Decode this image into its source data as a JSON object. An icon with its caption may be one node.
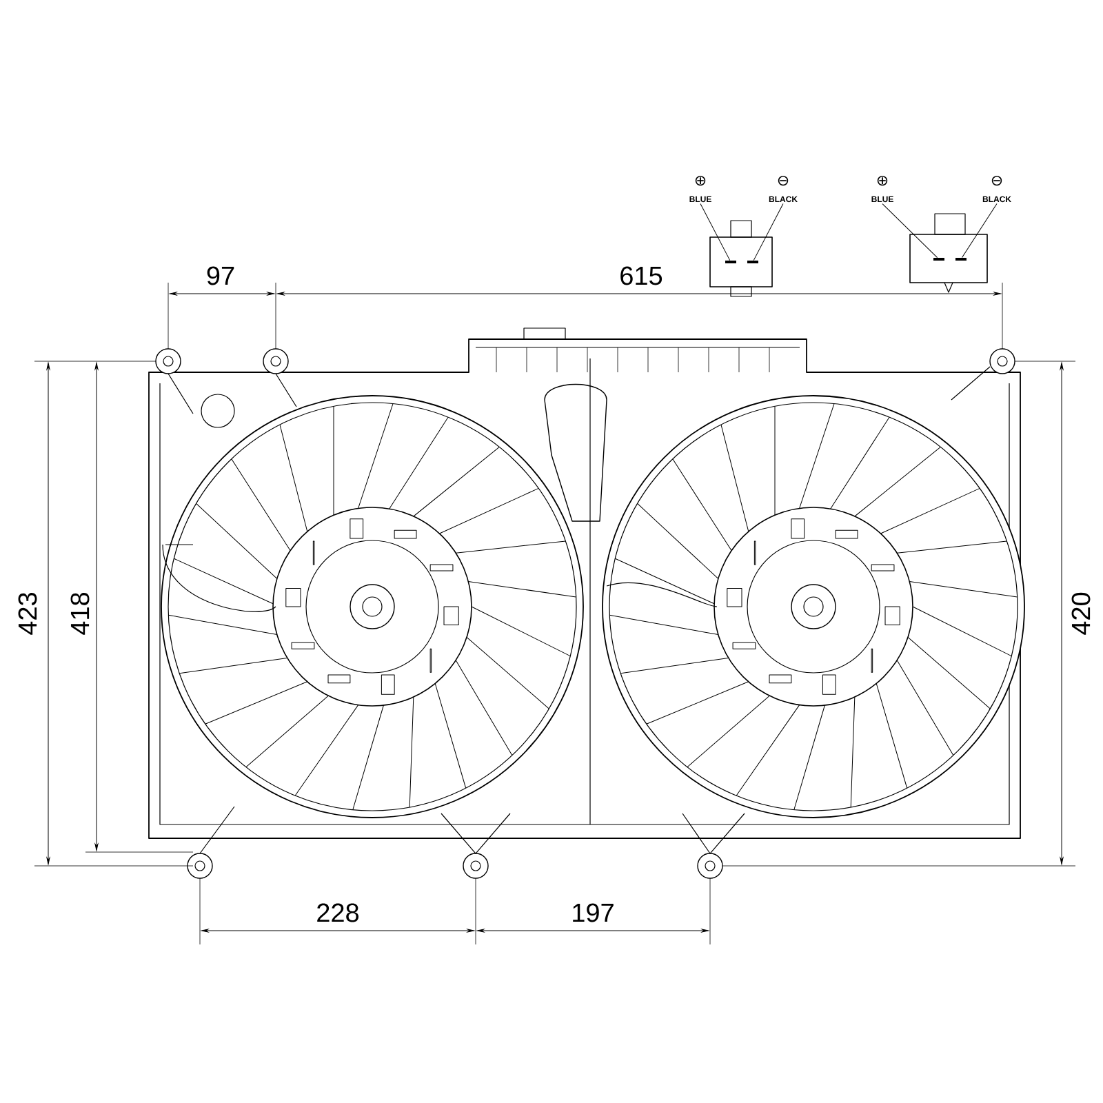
{
  "diagram": {
    "nodes": [
      {
        "text": [
          "⊕",
          "BLUE"
        ]
      },
      {
        "text": [
          "⊖",
          "BLACK"
        ]
      },
      {
        "text": [
          "⊕",
          "BLUE"
        ]
      },
      {
        "text": [
          "⊖",
          "BLACK"
        ]
      },
      {
        "text": [],
        "shape": "bar"
      },
      {
        "text": [],
        "shape": "bar"
      },
      {
        "text": [],
        "shape": "bar"
      },
      {
        "text": [],
        "shape": "bar"
      }
    ],
    "edges": [
      {
        "from": 0,
        "to": 4,
        "arrow": "none"
      },
      {
        "from": 1,
        "to": 5,
        "arrow": "none"
      },
      {
        "from": 2,
        "to": 6,
        "arrow": "none"
      },
      {
        "from": 3,
        "to": 7,
        "arrow": "none"
      }
    ],
    "labels": [
      "97",
      "615",
      "423",
      "418",
      "420",
      "228",
      "197"
    ]
  }
}
